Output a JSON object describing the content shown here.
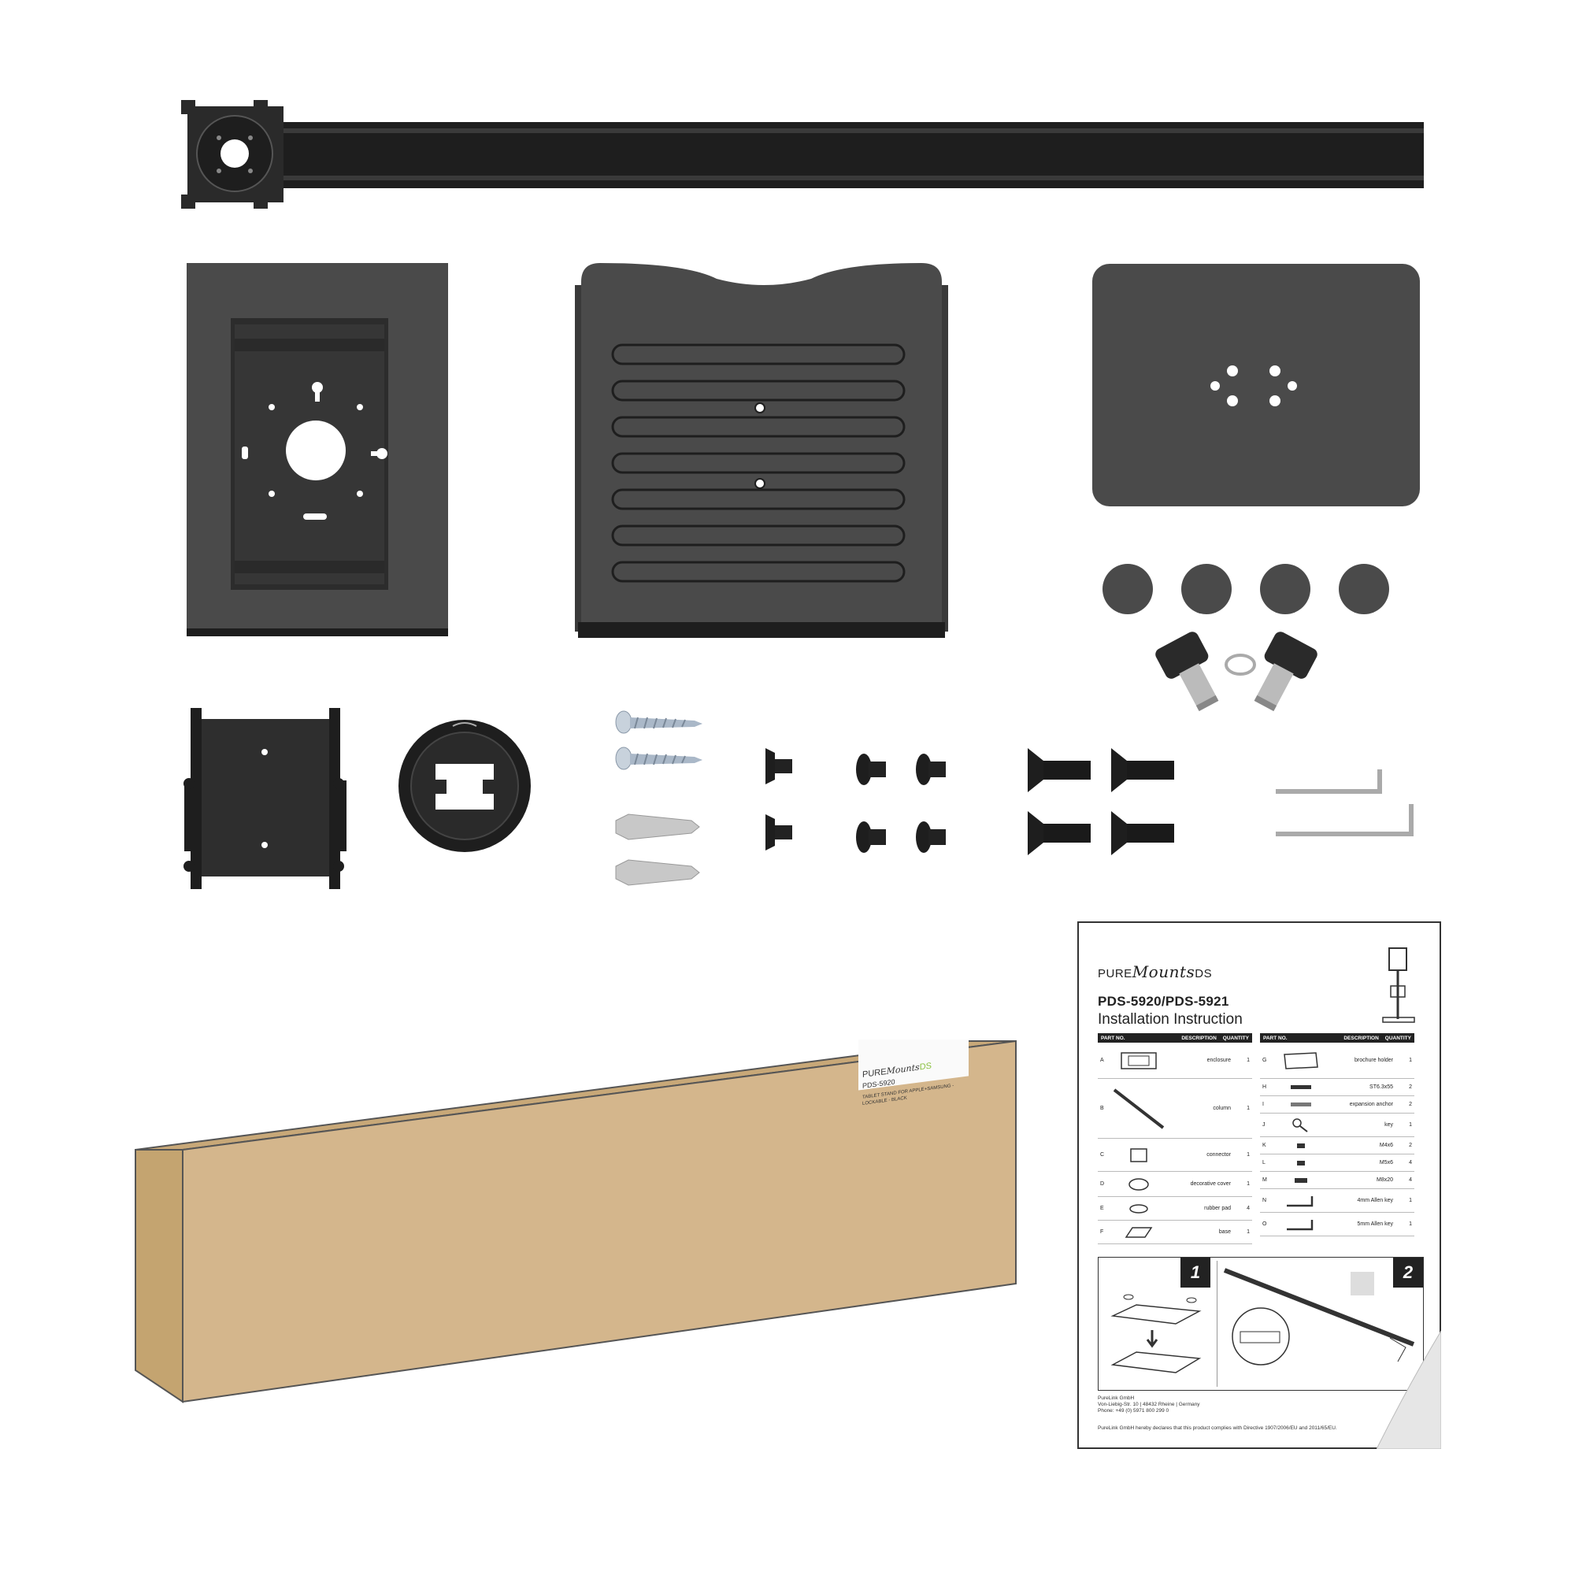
{
  "brand": {
    "pure": "PURE",
    "mounts": "Mounts",
    "ds": "DS"
  },
  "box_label": {
    "model": "PDS-5920",
    "description": "TABLET STAND FOR APPLE+SAMSUNG - LOCKABLE - BLACK"
  },
  "instruction_sheet": {
    "model": "PDS-5920/PDS-5921",
    "title": "Installation Instruction",
    "table_headers": {
      "part_no": "PART NO.",
      "description": "DESCRIPTION",
      "quantity": "QUANTITY"
    },
    "parts_left": [
      {
        "letter": "A",
        "description": "enclosure",
        "qty": "1"
      },
      {
        "letter": "B",
        "description": "column",
        "qty": "1"
      },
      {
        "letter": "C",
        "description": "connector",
        "qty": "1"
      },
      {
        "letter": "D",
        "description": "decorative cover",
        "qty": "1"
      },
      {
        "letter": "E",
        "description": "rubber pad",
        "qty": "4"
      },
      {
        "letter": "F",
        "description": "base",
        "qty": "1"
      }
    ],
    "parts_right": [
      {
        "letter": "G",
        "description": "brochure holder",
        "qty": "1"
      },
      {
        "letter": "H",
        "description": "ST6.3x55",
        "qty": "2"
      },
      {
        "letter": "I",
        "description": "expansion anchor",
        "qty": "2"
      },
      {
        "letter": "J",
        "description": "key",
        "qty": "1"
      },
      {
        "letter": "K",
        "description": "M4x6",
        "qty": "2"
      },
      {
        "letter": "L",
        "description": "M5x6",
        "qty": "4"
      },
      {
        "letter": "M",
        "description": "M8x20",
        "qty": "4"
      },
      {
        "letter": "N",
        "description": "4mm Allen key",
        "qty": "1"
      },
      {
        "letter": "O",
        "description": "5mm Allen key",
        "qty": "1"
      }
    ],
    "steps": [
      "1",
      "2"
    ],
    "footer": {
      "company": "PureLink GmbH",
      "address": "Von-Liebig-Str. 10 | 48432 Rheine | Germany",
      "phone": "Phone: +49 (0) 5971 800 299 0",
      "declaration": "PureLink GmbH hereby declares that this product complies with Directive 1907/2006/EU and 2011/65/EU."
    }
  },
  "colors": {
    "metal": "#4a4a4a",
    "dark": "#1e1e1e",
    "cardboard": "#d4b68c",
    "anchor": "#c8c8c8",
    "screw": "#aab8c8"
  }
}
